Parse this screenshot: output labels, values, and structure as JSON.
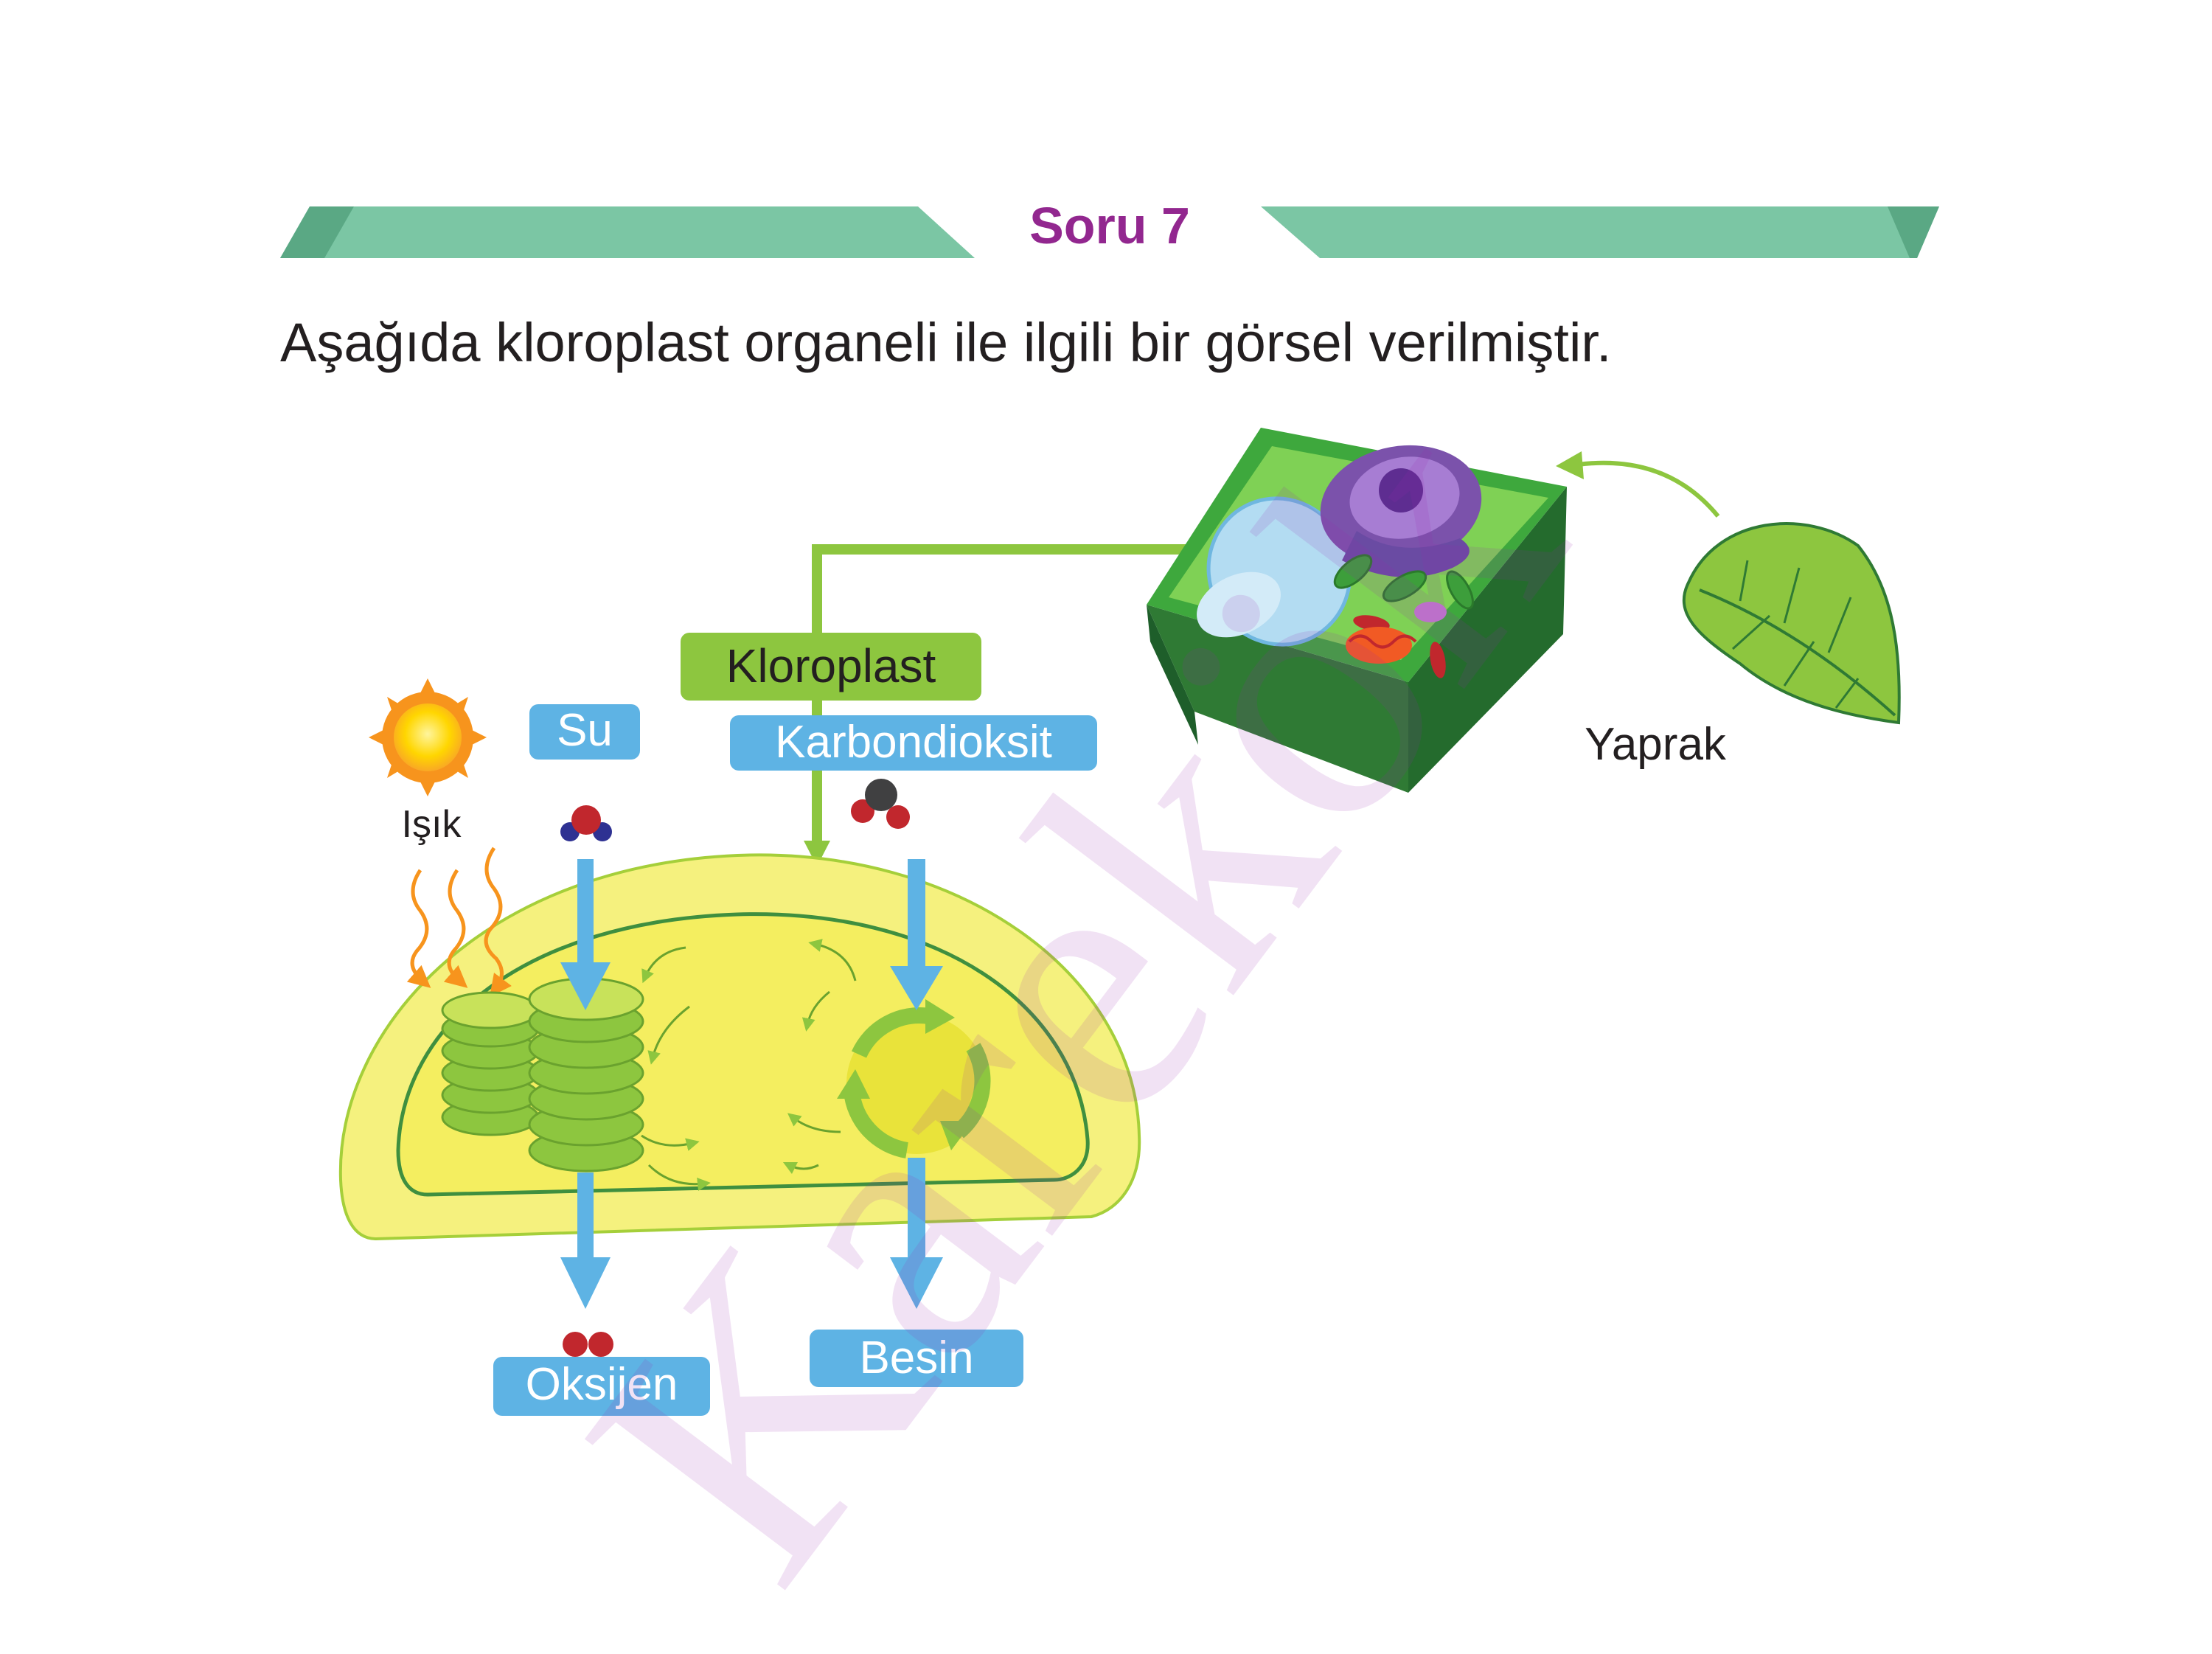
{
  "header": {
    "title": "Soru 7",
    "question": "Aşağıda kloroplast organeli ile ilgili bir görsel verilmiştir."
  },
  "labels": {
    "chloroplast": "Kloroplast",
    "light": "Işık",
    "water": "Su",
    "carbon_dioxide": "Karbondioksit",
    "oxygen": "Oksijen",
    "food": "Besin",
    "leaf": "Yaprak"
  },
  "watermark": "Karekök",
  "colors": {
    "ribbon": "#7bc6a4",
    "title": "#92278f",
    "label_blue": "#5eb3e4",
    "label_green": "#8dc63f",
    "arrow_blue": "#5eb3e4",
    "arrow_green": "#8dc63f",
    "chloroplast_fill": "#f4f27a"
  },
  "icons": [
    "sun-icon",
    "water-molecule-icon",
    "co2-molecule-icon",
    "oxygen-molecule-icon",
    "leaf-icon",
    "plant-cell-icon",
    "thylakoid-stack-icon",
    "calvin-cycle-icon"
  ]
}
